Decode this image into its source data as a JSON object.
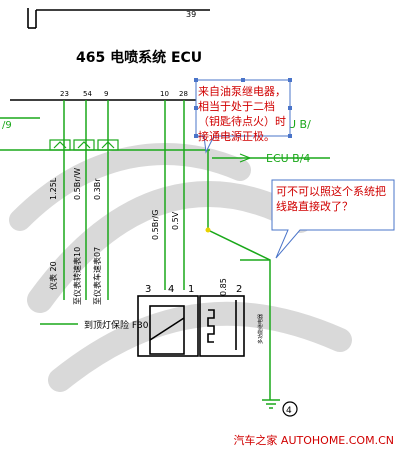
{
  "diagram": {
    "top_number": "39",
    "ecu_title": "465 电喷系统  ECU",
    "ecu_label_right_1": "U B/",
    "ecu_label_right_2": "ECU B/4",
    "pin_numbers": [
      "23",
      "54",
      "9",
      "10",
      "28"
    ],
    "left_fragment": "/9",
    "wire_labels": [
      "1.25L",
      "0.5Br/W",
      "0.3Br",
      "0.5Br/G",
      "0.5V"
    ],
    "vertical_labels": [
      "仪表 20",
      "至仪表转速表10",
      "至仪表车速表07"
    ],
    "relay_pins": [
      "3",
      "4",
      "1",
      "2"
    ],
    "relay_wire_label": "0.85",
    "relay_side_text": "多功能继电器",
    "fuse_label": "到顶灯保险  F30",
    "ground_label": "4",
    "callout_1": "来自油泵继电器，相当于处于二档（钥匙待点火）时接通电源正极。",
    "callout_2": "可不可以照这个系统把线路直接改了？",
    "footer": "汽车之家 AUTOHOME.COM.CN",
    "colors": {
      "wire": "#1aa81a",
      "frame": "#000000",
      "callout_text": "#d00000",
      "callout_border": "#4a74c9",
      "watermark": "#d6d6d6"
    }
  }
}
